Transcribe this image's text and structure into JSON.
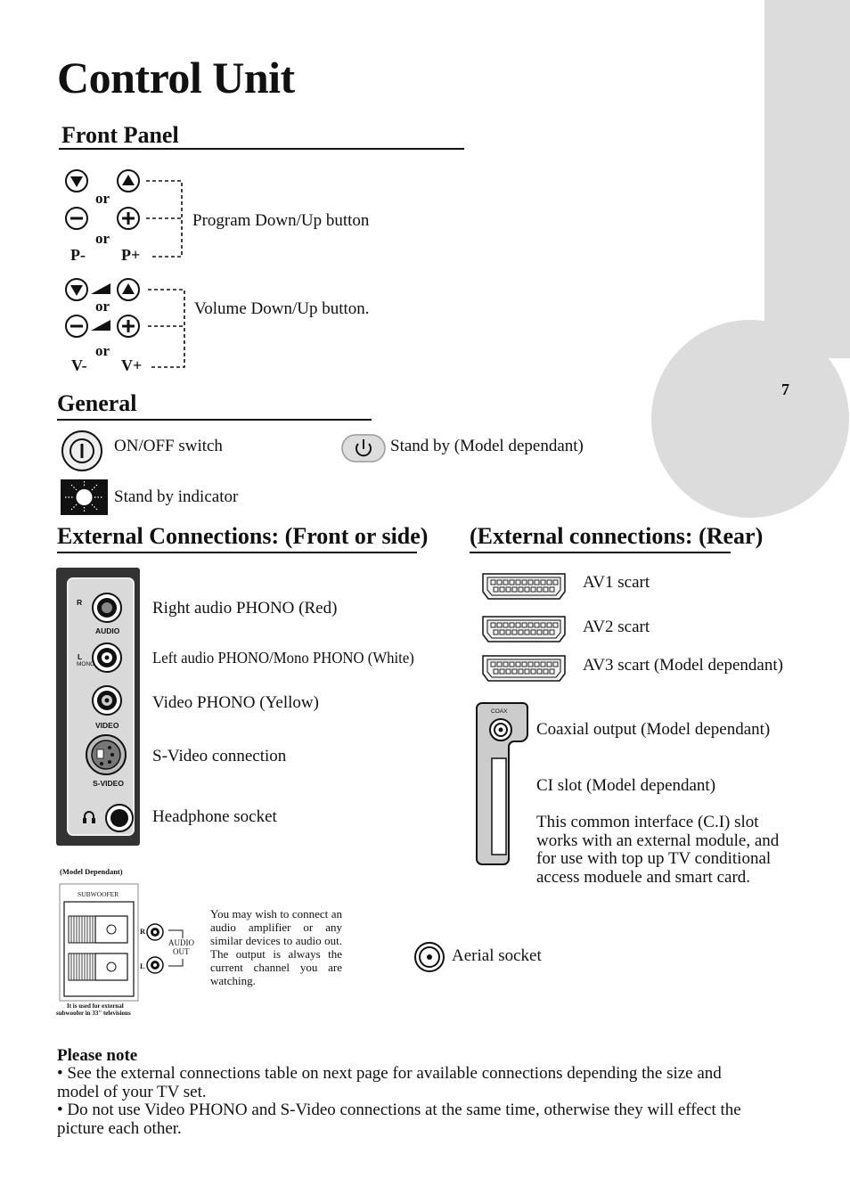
{
  "page_number": "7",
  "title": "Control Unit",
  "front_panel": {
    "heading": "Front Panel",
    "or_label": "or",
    "p_minus": "P-",
    "p_plus": "P+",
    "program_label": "Program Down/Up button",
    "v_minus": "V-",
    "v_plus": "V+",
    "volume_label": "Volume Down/Up button."
  },
  "general": {
    "heading": "General",
    "onoff_label": "ON/OFF switch",
    "standby_label": "Stand by (Model dependant)",
    "indicator_label": "Stand by indicator"
  },
  "front_connections": {
    "heading": "External Connections: (Front or side)",
    "panel": {
      "r": "R",
      "audio": "AUDIO",
      "l": "L",
      "mono": "MONO",
      "video": "VIDEO",
      "svideo": "S-VIDEO"
    },
    "items": [
      "Right audio PHONO (Red)",
      "Left audio PHONO/Mono PHONO (White)",
      "Video PHONO (Yellow)",
      "S-Video connection",
      "Headphone socket"
    ]
  },
  "rear_connections": {
    "heading": "(External connections: (Rear)",
    "scarts": [
      "AV1 scart",
      "AV2 scart",
      "AV3 scart (Model dependant)"
    ],
    "coax_tag": "COAX",
    "coax_label": "Coaxial output (Model dependant)",
    "ci_label": "CI slot (Model dependant)",
    "ci_description": "This common interface (C.I) slot works with an external module, and for use with top up TV conditional access moduele and smart card.",
    "aerial_label": "Aerial socket"
  },
  "subwoofer": {
    "model_note": "(Model Dependant)",
    "box_title": "SUBWOOFER",
    "r": "R",
    "l": "L",
    "audio": "AUDIO",
    "out": "OUT",
    "caption_line1": "It is used for external",
    "caption_line2": "subwoofer in 33\" televisions",
    "description": "You may wish to connect an audio amplifier or any similar devices to audio out. The output is always the current channel you are watching."
  },
  "note": {
    "heading": "Please note",
    "bullet1": "• See the external connections table on next page for available connections depending the size and model of your TV set.",
    "bullet2": "• Do not use Video PHONO and S-Video connections at the same time, otherwise they will effect the picture each other."
  }
}
